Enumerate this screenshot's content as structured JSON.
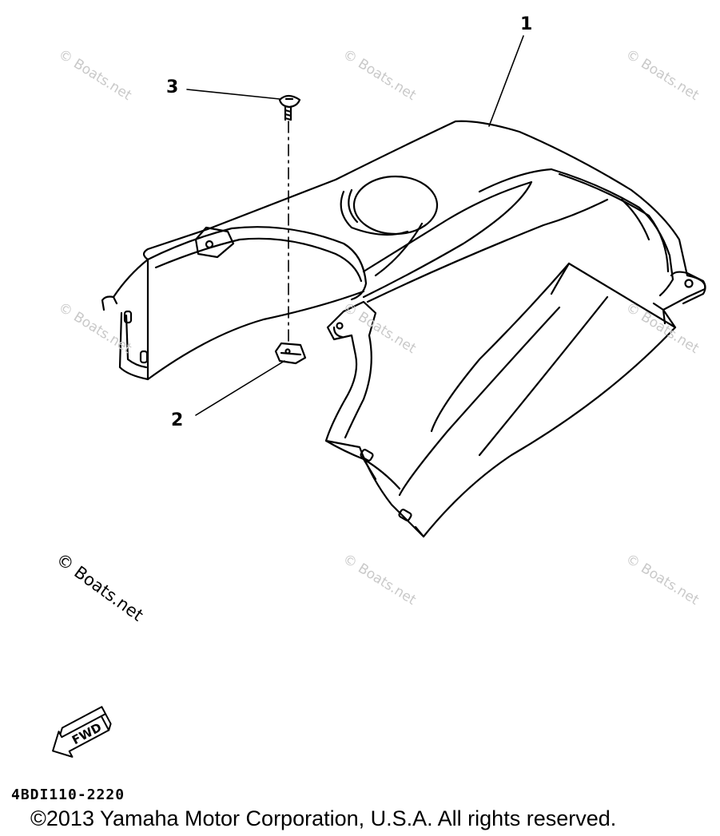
{
  "callouts": [
    {
      "id": "1",
      "label": "1"
    },
    {
      "id": "2",
      "label": "2"
    },
    {
      "id": "3",
      "label": "3"
    }
  ],
  "watermark": {
    "text": "© Boats.net",
    "color": "#c9c9c9",
    "main_color": "#000000"
  },
  "fwd_arrow": {
    "label": "FWD",
    "icon": "forward-arrow-icon"
  },
  "part_code": "4BDI110-2220",
  "copyright": "©2013 Yamaha Motor Corporation, U.S.A. All rights reserved."
}
